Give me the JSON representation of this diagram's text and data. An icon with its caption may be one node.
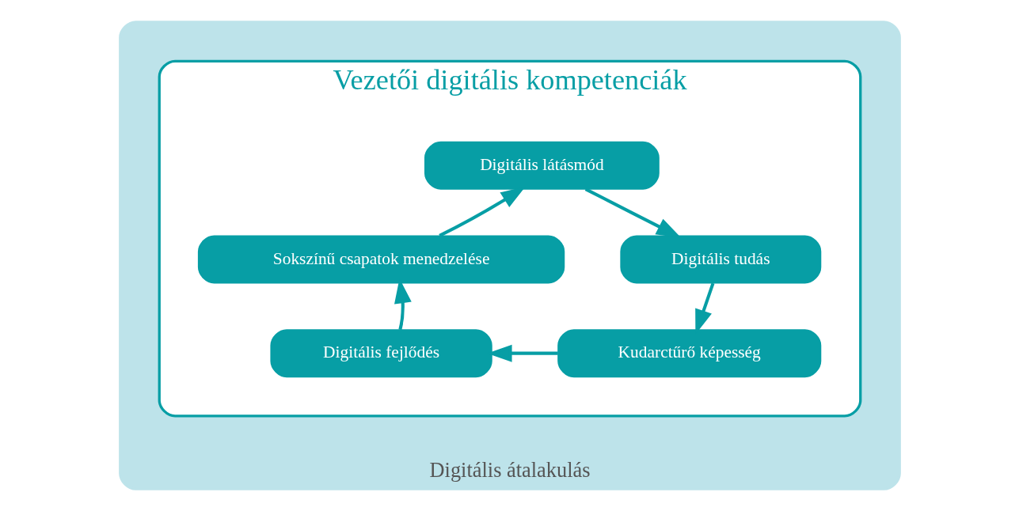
{
  "diagram": {
    "nodes": [
      {
        "text": [
          "Digitális átalakulás"
        ]
      },
      {
        "text": [
          "Vezetői digitális kompetenciák"
        ],
        "in": 0
      },
      {
        "text": [
          "Digitális látásmód"
        ],
        "in": 1
      },
      {
        "text": [
          "Sokszínű csapatok menedzelése"
        ],
        "in": 1
      },
      {
        "text": [
          "Digitális tudás"
        ],
        "in": 1
      },
      {
        "text": [
          "Digitális fejlődés"
        ],
        "in": 1
      },
      {
        "text": [
          "Kudarctűrő képesség"
        ],
        "in": 1
      }
    ],
    "edges": [
      {
        "from": 3,
        "to": 2,
        "arrow": "to"
      },
      {
        "from": 2,
        "to": 4,
        "arrow": "to"
      },
      {
        "from": 4,
        "to": 6,
        "arrow": "to"
      },
      {
        "from": 6,
        "to": 5,
        "arrow": "to"
      },
      {
        "from": 5,
        "to": 3,
        "arrow": "to"
      }
    ]
  }
}
